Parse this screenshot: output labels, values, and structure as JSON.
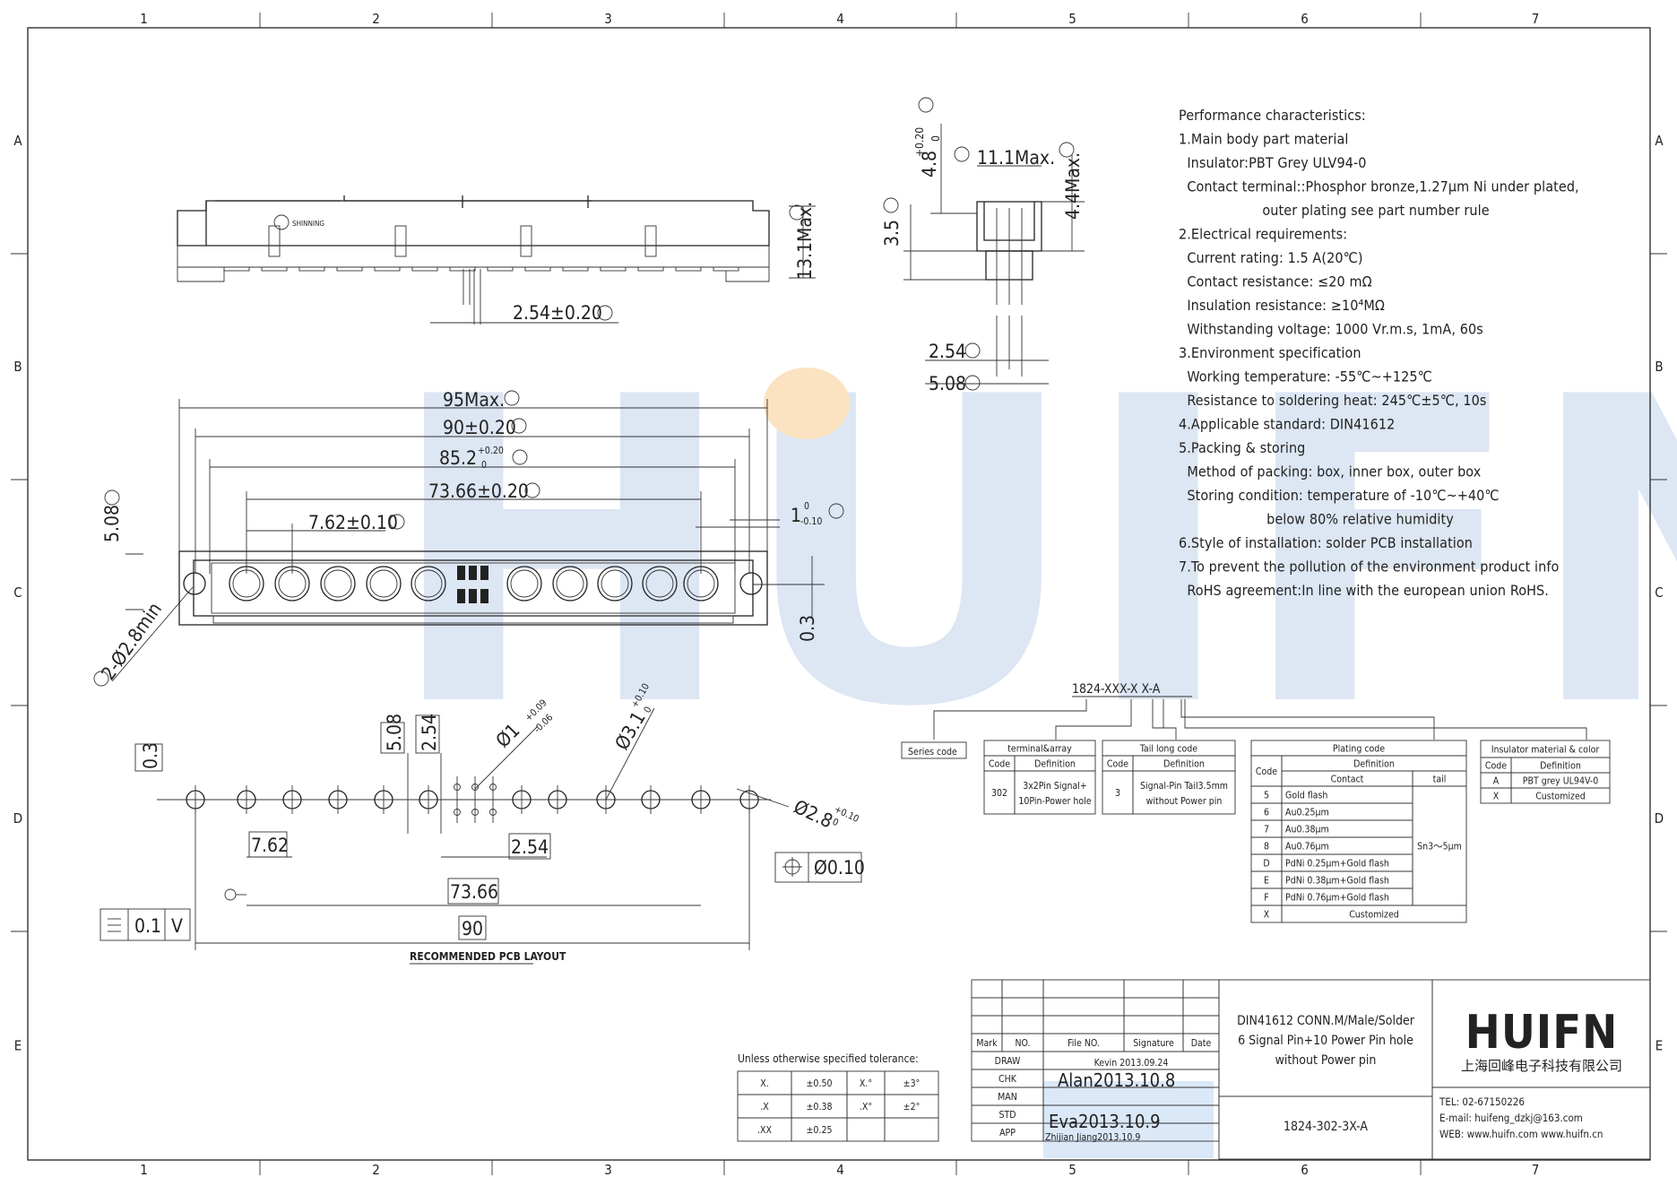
{
  "frame": {
    "columns": [
      "1",
      "2",
      "3",
      "4",
      "5",
      "6",
      "7"
    ],
    "rows": [
      "A",
      "B",
      "C",
      "D",
      "E"
    ]
  },
  "watermark": {
    "text": "HUIFN",
    "color": "#dbe5f3",
    "accent": "#fbe4c4"
  },
  "side_view": {
    "brand": "SHINNING",
    "dim_pitch": "2.54±0.20",
    "dim_height": "13.1Max."
  },
  "end_view": {
    "dim_top_value": "4.8",
    "dim_top_tol_upper": "+0.20",
    "dim_top_tol_lower": "0",
    "dim_width": "11.1Max.",
    "dim_height": "4.4Max.",
    "dim_3_5": "3.5",
    "dim_pitch": "2.54",
    "dim_pitch2": "5.08"
  },
  "top_view": {
    "dim_overall": "95Max.",
    "dim_holes": "90±0.20",
    "dim_body_value": "85.2",
    "dim_body_upper": "+0.20",
    "dim_body_lower": "0",
    "dim_span": "73.66±0.20",
    "dim_pitch": "7.62±0.10",
    "dim_slot": "1",
    "dim_slot_upper": "0",
    "dim_slot_lower": "-0.10",
    "dim_508": "5.08",
    "dim_hole": "2-Ø2.8min",
    "dim_03": "0.3"
  },
  "pcb_layout": {
    "title": "RECOMMENDED PCB LAYOUT",
    "dim_03": "0.3",
    "dim_508": "5.08",
    "dim_254": "2.54",
    "dim_hole1_value": "Ø1",
    "dim_hole1_upper": "+0.09",
    "dim_hole1_lower": "-0.06",
    "dim_hole2_value": "Ø3.1",
    "dim_hole2_upper": "+0.10",
    "dim_hole2_lower": "0",
    "dim_hole3_value": "Ø2.8",
    "dim_hole3_upper": "+0.10",
    "dim_hole3_lower": "0",
    "dim_762": "7.62",
    "dim_254b": "2.54",
    "dim_7366": "73.66",
    "dim_90": "90",
    "position_tol": "Ø0.10",
    "flatness_value": "0.1",
    "flatness_datum": "V"
  },
  "performance": {
    "lines": [
      "Performance characteristics:",
      "1.Main body part material",
      "  Insulator:PBT Grey ULV94-0",
      "  Contact terminal::Phosphor bronze,1.27μm Ni under plated,",
      "                    outer plating see part number rule",
      "2.Electrical requirements:",
      "  Current rating: 1.5 A(20℃)",
      "  Contact resistance: ≤20 mΩ",
      "  Insulation resistance: ≥10⁴MΩ",
      "  Withstanding voltage: 1000 Vr.m.s, 1mA, 60s",
      "3.Environment specification",
      "  Working temperature: -55℃~+125℃",
      "  Resistance to soldering heat: 245℃±5℃, 10s",
      "4.Applicable standard: DIN41612",
      "5.Packing & storing",
      "  Method of packing: box, inner box, outer box",
      "  Storing condition: temperature of -10℃~+40℃",
      "                     below 80% relative humidity",
      "6.Style of installation: solder PCB installation",
      "7.To prevent the pollution of the environment product info",
      "  RoHS agreement:In line with the european union RoHS."
    ]
  },
  "part_code": {
    "code": "1824-XXX-X X-A",
    "series_label": "Series code",
    "terminal": {
      "title": "terminal&array",
      "h_code": "Code",
      "h_def": "Definition",
      "rows": [
        {
          "code": "302",
          "def1": "3x2Pin Signal+",
          "def2": "10Pin-Power hole"
        }
      ]
    },
    "tail": {
      "title": "Tail long code",
      "h_code": "Code",
      "h_def": "Definition",
      "rows": [
        {
          "code": "3",
          "def1": "Signal-Pin Tail3.5mm",
          "def2": "without Power pin"
        }
      ]
    },
    "plating": {
      "title": "Plating code",
      "h_code": "Code",
      "h_def": "Definition",
      "h_contact": "Contact",
      "h_tail": "tail",
      "tail_value": "Sn3～5μm",
      "rows": [
        {
          "code": "5",
          "contact": "Gold flash"
        },
        {
          "code": "6",
          "contact": "Au0.25μm"
        },
        {
          "code": "7",
          "contact": "Au0.38μm"
        },
        {
          "code": "8",
          "contact": "Au0.76μm"
        },
        {
          "code": "D",
          "contact": "PdNi 0.25μm+Gold flash"
        },
        {
          "code": "E",
          "contact": "PdNi 0.38μm+Gold flash"
        },
        {
          "code": "F",
          "contact": "PdNi 0.76μm+Gold flash"
        },
        {
          "code": "X",
          "contact": "Customized"
        }
      ]
    },
    "insulator": {
      "title": "Insulator material & color",
      "h_code": "Code",
      "h_def": "Definition",
      "rows": [
        {
          "code": "A",
          "def": "PBT grey UL94V-0"
        },
        {
          "code": "X",
          "def": "Customized"
        }
      ]
    }
  },
  "tolerance": {
    "title": "Unless otherwise specified tolerance:",
    "rows": [
      {
        "a": "X.",
        "b": "±0.50",
        "c": "X.°",
        "d": "±3°"
      },
      {
        "a": ".X",
        "b": "±0.38",
        "c": ".X°",
        "d": "±2°"
      },
      {
        "a": ".XX",
        "b": "±0.25",
        "c": "",
        "d": ""
      }
    ]
  },
  "title_block": {
    "h_mark": "Mark",
    "h_no": "NO.",
    "h_file": "File NO.",
    "h_sign": "Signature",
    "h_date": "Date",
    "draw_label": "DRAW",
    "draw_value": "Kevin 2013.09.24",
    "chk_label": "CHK",
    "chk_value": "Alan2013.10.8",
    "man_label": "MAN",
    "std_label": "STD",
    "std_value": "Eva2013.10.9",
    "app_label": "APP",
    "app_value": "Zhijian Jiang2013.10.9",
    "description1": "DIN41612 CONN.M/Male/Solder",
    "description2": "6 Signal Pin+10 Power Pin hole",
    "description3": "without Power pin",
    "part_no": "1824-302-3X-A",
    "logo": "HUIFN",
    "company": "上海回峰电子科技有限公司",
    "tel": "TEL: 02-67150226",
    "email": "E-mail: huifeng_dzkj@163.com",
    "web": "WEB: www.huifn.com   www.huifn.cn",
    "highlight_color": "#cfe0f5"
  }
}
